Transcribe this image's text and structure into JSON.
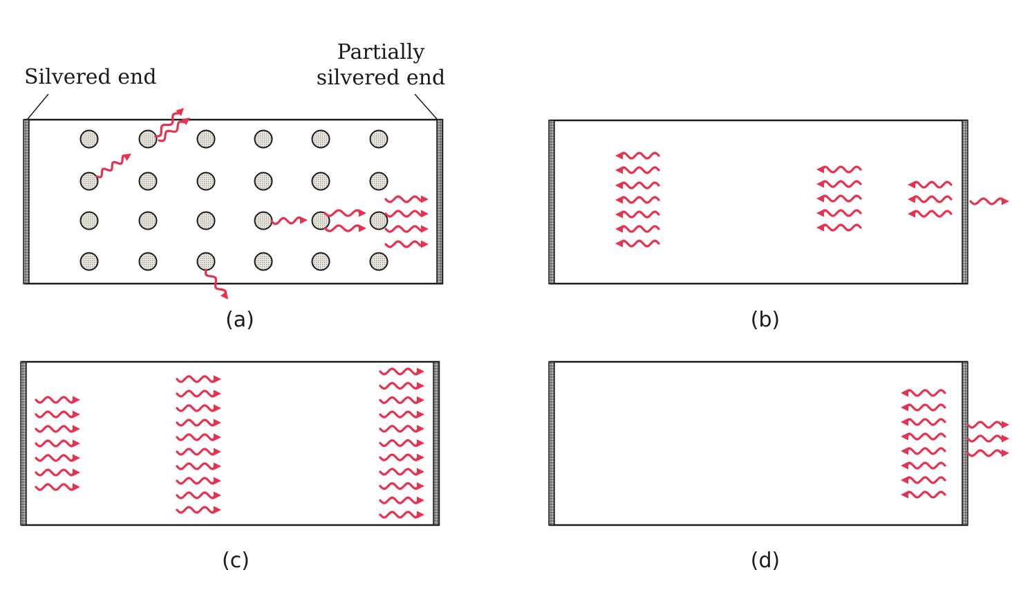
{
  "labels": {
    "silvered_end": "Silvered end",
    "partially_line1": "Partially",
    "partially_line2": "silvered end"
  },
  "captions": {
    "a": "(a)",
    "b": "(b)",
    "c": "(c)",
    "d": "(d)"
  },
  "colors": {
    "photon": "#e8304f",
    "outline": "#1a1a1a",
    "atom_fill": "#d9d6cf"
  }
}
